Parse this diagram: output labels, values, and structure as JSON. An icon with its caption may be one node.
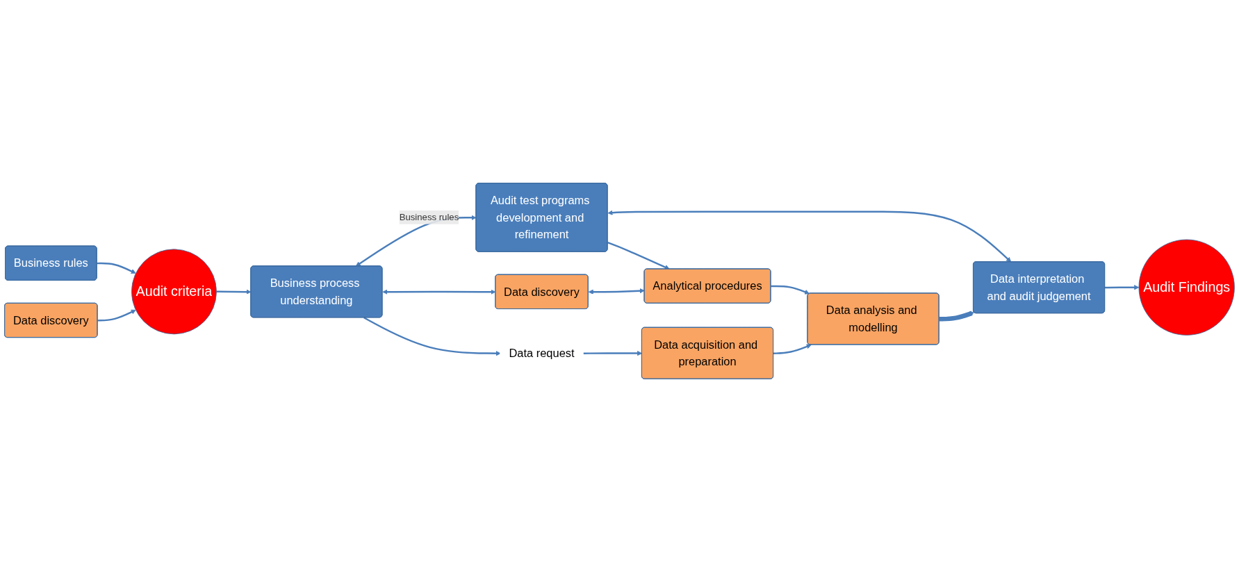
{
  "diagram": {
    "nodes": [
      {
        "text": [
          "Business rules"
        ]
      },
      {
        "text": [
          "Audit criteria"
        ]
      },
      {
        "text": [
          "Data discovery"
        ]
      },
      {
        "text": [
          "Business process understanding"
        ]
      },
      {
        "text": [
          "Audit test programs development and refinement"
        ]
      },
      {
        "text": [
          "Data interpretation and audit judgement"
        ]
      },
      {
        "text": [
          "Data request"
        ]
      },
      {
        "text": [
          "Data discovery"
        ]
      },
      {
        "text": [
          "Analytical procedures"
        ]
      },
      {
        "text": [
          "Data acquisition and preparation"
        ]
      },
      {
        "text": [
          "Data analysis and modelling"
        ]
      },
      {
        "text": [
          "Audit Findings"
        ]
      }
    ],
    "edges": [
      {
        "from": 0,
        "to": 1,
        "arrow": "to"
      },
      {
        "from": 2,
        "to": 1,
        "arrow": "to"
      },
      {
        "from": 1,
        "to": 3,
        "arrow": "to"
      },
      {
        "from": 3,
        "to": 4,
        "arrow": "both",
        "label": "Business rules"
      },
      {
        "from": 3,
        "to": 6,
        "arrow": "to"
      },
      {
        "from": 3,
        "to": 7,
        "arrow": "both"
      },
      {
        "from": 4,
        "to": 5,
        "arrow": "both"
      },
      {
        "from": 4,
        "to": 8,
        "arrow": "to"
      },
      {
        "from": 7,
        "to": 8,
        "arrow": "both"
      },
      {
        "from": 6,
        "to": 9,
        "arrow": "to"
      },
      {
        "from": 8,
        "to": 10,
        "arrow": "to"
      },
      {
        "from": 9,
        "to": 10,
        "arrow": "to"
      },
      {
        "from": 10,
        "to": 5,
        "arrow": "to",
        "style": "thick"
      },
      {
        "from": 5,
        "to": 11,
        "arrow": "to"
      }
    ]
  }
}
